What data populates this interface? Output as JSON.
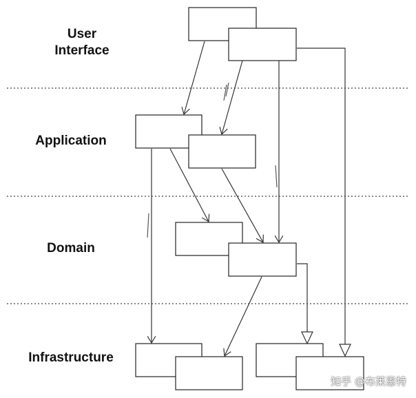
{
  "layers": {
    "user_interface_line1": "User",
    "user_interface_line2": "Interface",
    "application": "Application",
    "domain": "Domain",
    "infrastructure": "Infrastructure"
  },
  "watermark": "知乎 @布莱恩特",
  "colors": {
    "line": "#333333",
    "divider": "#888888",
    "box_fill": "#ffffff"
  }
}
